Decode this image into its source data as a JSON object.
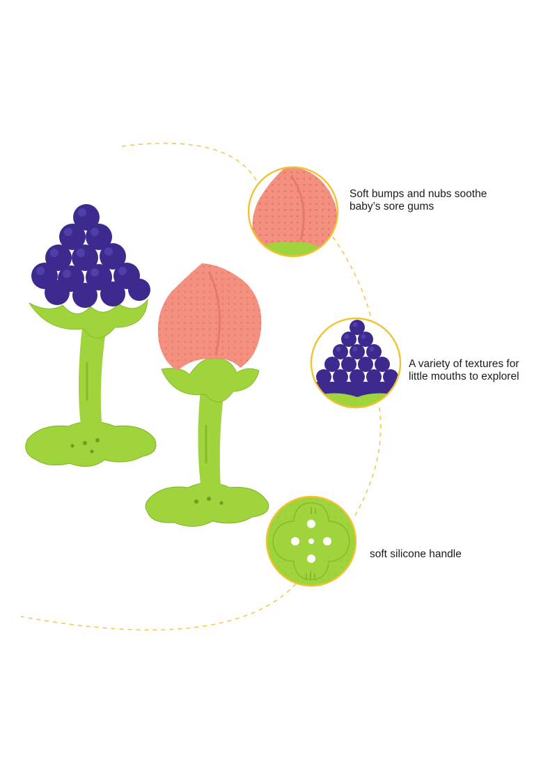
{
  "colors": {
    "grape": "#3d2a8e",
    "grape_highlight": "#5a49b5",
    "peach": "#f4907f",
    "peach_highlight": "#f8ac9c",
    "leaf_green": "#9fd43c",
    "leaf_green_dark": "#85bb2a",
    "circle_border": "#f2c230",
    "dashed_arc": "#f2c94c"
  },
  "callouts": [
    {
      "name": "peach-closeup",
      "text": "Soft bumps and nubs soothe\nbaby’s sore gums"
    },
    {
      "name": "grape-closeup",
      "text": "A variety of textures for\nlittle mouths to explorel"
    },
    {
      "name": "handle-closeup",
      "text": "soft silicone handle"
    }
  ],
  "products": [
    {
      "name": "grape-teether",
      "icon": "grape-teether-icon"
    },
    {
      "name": "peach-teether",
      "icon": "peach-teether-icon"
    }
  ]
}
